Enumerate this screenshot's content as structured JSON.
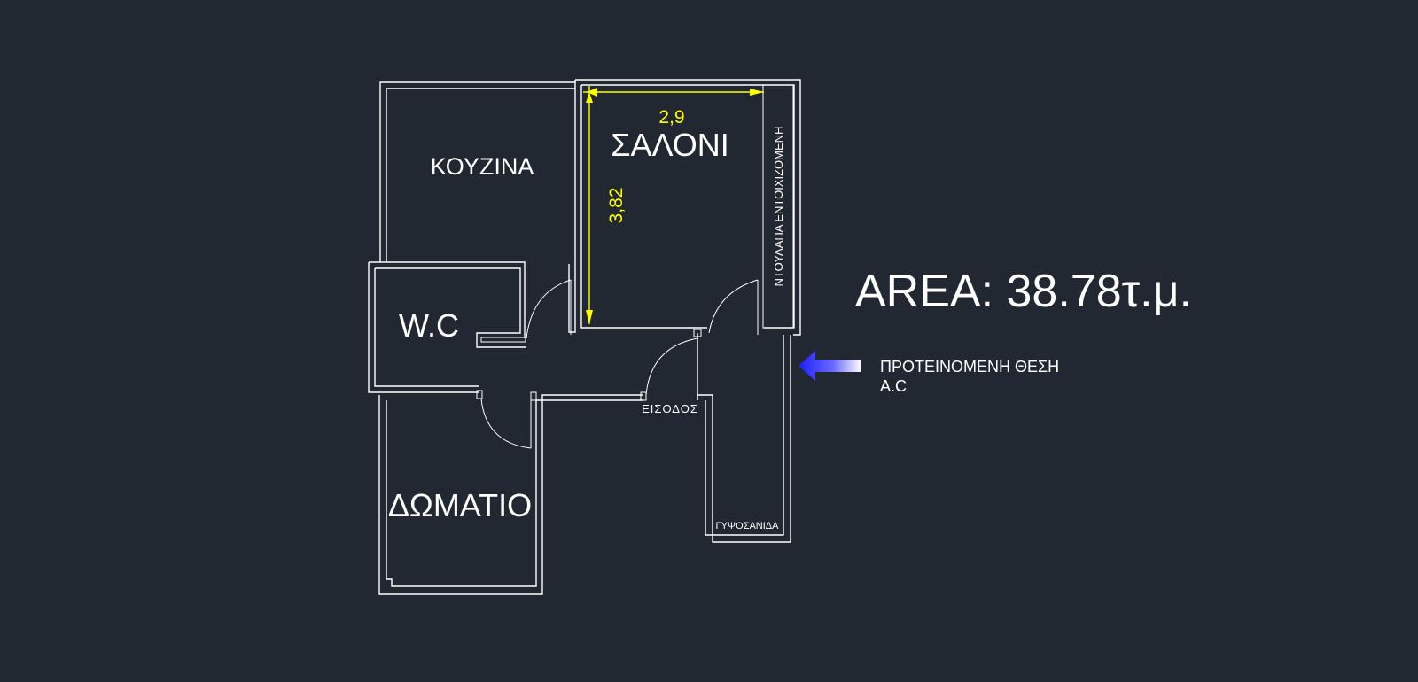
{
  "rooms": {
    "kitchen": "ΚΟΥΖΙΝΑ",
    "living_room": "ΣΑΛΟΝΙ",
    "wc": "W.C",
    "bedroom": "ΔΩΜΑΤΙΟ",
    "entrance": "ΕΙΣΟΔΟΣ",
    "built_in_wardrobe": "ΝΤΟΥΛΑΠΑ ΕΝΤΟΙΧΙΖΟΜΕΝΗ",
    "plasterboard": "ΓΥΨΟΣΑΝΙΔΑ"
  },
  "dimensions": {
    "width": "2,9",
    "height": "3,82",
    "color": "#ffff00"
  },
  "area": {
    "text": "AREA: 38.78τ.μ."
  },
  "ac_note": {
    "line1": "ΠΡΟΤΕΙΝΟΜΕΝΗ ΘΕΣΗ",
    "line2": "A.C",
    "arrow_icon": "left-arrow-icon",
    "arrow_color": "#1e1eff"
  },
  "colors": {
    "background": "#222831",
    "walls": "#ffffff"
  }
}
